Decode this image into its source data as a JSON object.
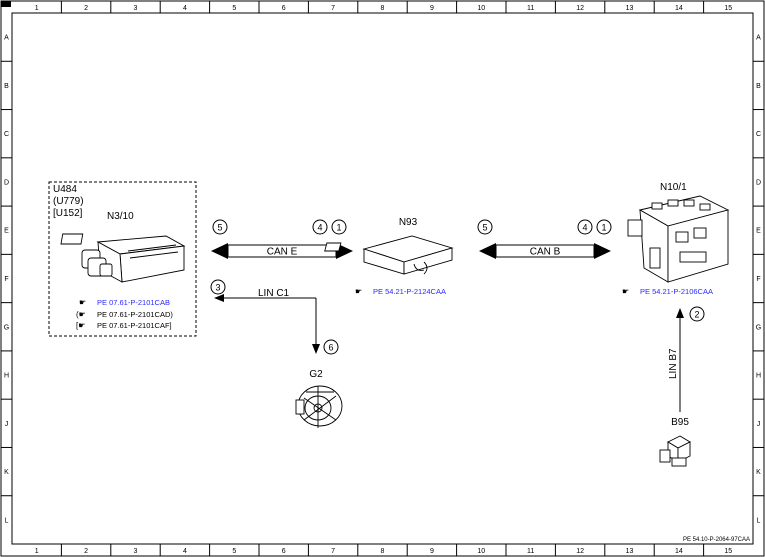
{
  "frame": {
    "columns": [
      "1",
      "2",
      "3",
      "4",
      "5",
      "6",
      "7",
      "8",
      "9",
      "10",
      "11",
      "12",
      "13",
      "14",
      "15"
    ],
    "rows": [
      "A",
      "B",
      "C",
      "D",
      "E",
      "F",
      "G",
      "H",
      "J",
      "K",
      "L"
    ],
    "doc_id": "PE 54.10-P-2064-97CAA"
  },
  "components": {
    "ecu_group": {
      "variants": [
        "U484",
        "(U779)",
        "[U152]"
      ],
      "label": "N3/10",
      "refs": [
        {
          "bullet": "☛",
          "text": "PE 07.61-P-2101CAB",
          "linked": true
        },
        {
          "bullet": "(☛",
          "text": "PE 07.61-P-2101CAD)",
          "linked": false
        },
        {
          "bullet": "[☛",
          "text": "PE 07.61-P-2101CAF]",
          "linked": false
        }
      ]
    },
    "n93": {
      "label": "N93",
      "ref_bullet": "☛",
      "ref": "PE 54.21-P-2124CAA"
    },
    "n10_1": {
      "label": "N10/1",
      "ref_bullet": "☛",
      "ref": "PE 54.21-P-2106CAA"
    },
    "g2": {
      "label": "G2"
    },
    "b95": {
      "label": "B95"
    }
  },
  "connections": {
    "can_e": {
      "label": "CAN E",
      "markers_left": [
        "5"
      ],
      "markers_right": [
        "4",
        "1"
      ]
    },
    "can_b": {
      "label": "CAN B",
      "markers_left": [
        "5"
      ],
      "markers_right": [
        "4",
        "1"
      ]
    },
    "lin_c1": {
      "label": "LIN C1",
      "marker_start": "3",
      "marker_end": "6"
    },
    "lin_b7": {
      "label": "LIN B7",
      "marker": "2"
    }
  },
  "colors": {
    "link": "#2a2aff",
    "line": "#000000",
    "frame": "#000000"
  }
}
